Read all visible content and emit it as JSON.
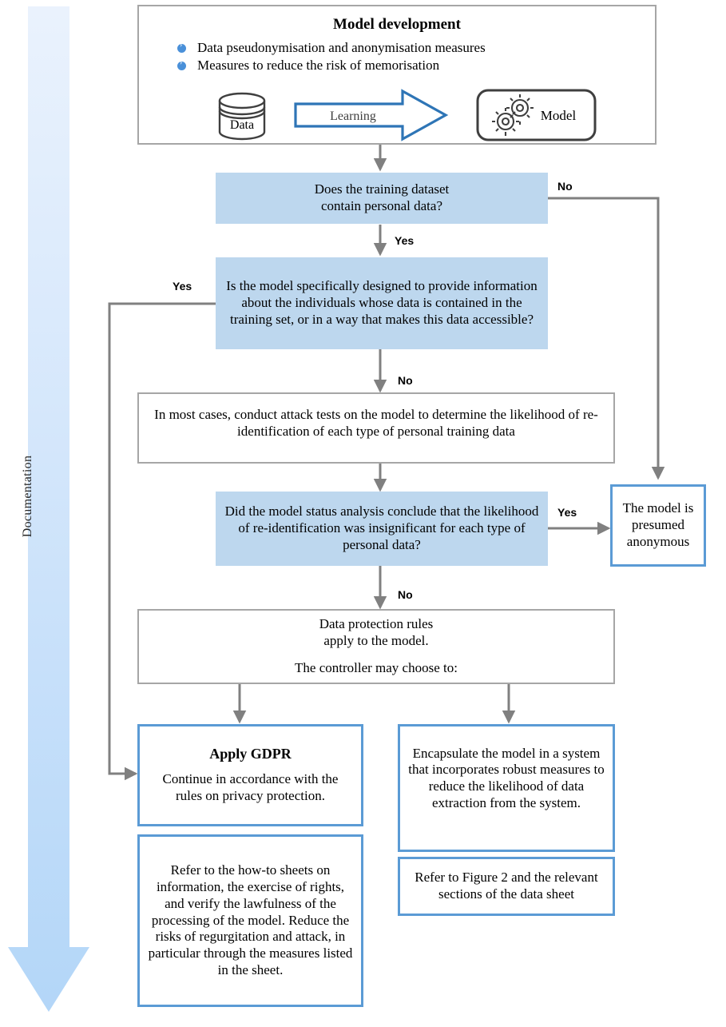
{
  "sidebar": {
    "arrow_label": "Documentation",
    "arrow_color_top": "#e8f1fc",
    "arrow_color_bottom": "#b7d8f8"
  },
  "colors": {
    "decision_fill": "#bdd7ee",
    "blue_border": "#5b9bd5",
    "gray_border": "#a6a6a6",
    "connector": "#808080",
    "bullet": "#4a90d9",
    "learning_arrow": "#2e75b6"
  },
  "header": {
    "title": "Model development",
    "bullets": [
      "Data pseudonymisation and anonymisation measures",
      "Measures to reduce the risk of memorisation"
    ],
    "pipeline": {
      "source_label": "Data",
      "source_icon": "database-icon",
      "arrow_label": "Learning",
      "target_label": "Model",
      "target_icon": "gears-icon"
    }
  },
  "nodes": {
    "decision_personal_data": "Does the training dataset\ncontain personal data?",
    "decision_designed_to_provide": "Is the model specifically designed to provide information about the individuals whose data is contained in the training set, or in a way that makes this data accessible?",
    "process_attack_tests": "In most cases, conduct attack tests on the model to determine the likelihood of re-identification of each type of personal training data",
    "decision_status_analysis": "Did the model status analysis conclude that the likelihood of re-identification was insignificant for each type of personal data?",
    "outcome_anonymous": "The model is\npresumed\nanonymous",
    "rules_apply_line1": "Data protection rules",
    "rules_apply_line2": "apply to the model.",
    "rules_apply_line3": "The controller may choose to:",
    "apply_gdpr_title": "Apply GDPR",
    "apply_gdpr_body": "Continue in accordance with the rules on privacy protection.",
    "encapsulate_body": "Encapsulate the model in a system that incorporates robust measures to reduce the likelihood of data extraction from the system.",
    "refer_howto_body": "Refer to the how-to sheets on information, the exercise of rights, and verify the lawfulness of the processing of the model. Reduce the risks of regurgitation and attack, in particular through the measures listed in the sheet.",
    "refer_figure_body": "Refer to Figure 2 and the relevant sections of the data sheet"
  },
  "edge_labels": {
    "no_top": "No",
    "yes_top": "Yes",
    "yes_left": "Yes",
    "no_mid": "No",
    "yes_right": "Yes",
    "no_bottom": "No"
  }
}
